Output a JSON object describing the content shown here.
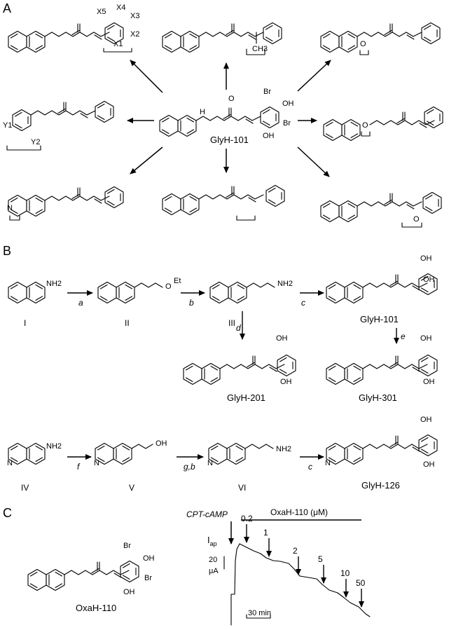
{
  "panels": {
    "a": {
      "letter": "A",
      "center_label": "GlyH-101",
      "atom_labels": [
        "N",
        "H",
        "O",
        "Br",
        "OH"
      ],
      "substituents": {
        "x1": "X1",
        "x2": "X2",
        "x3": "X3",
        "x4": "X4",
        "x5": "X5",
        "y1": "Y1",
        "y2": "Y2",
        "ch3": "CH3",
        "ring_n": "N",
        "ether_o": "O"
      }
    },
    "b": {
      "letter": "B",
      "compounds": {
        "I": "I",
        "II": "II",
        "III": "III",
        "IV": "IV",
        "V": "V",
        "VI": "VI",
        "g101": "GlyH-101",
        "g201": "GlyH-201",
        "g301": "GlyH-301",
        "g126": "GlyH-126"
      },
      "reagents": {
        "a": "a",
        "b": "b",
        "c": "c",
        "d": "d",
        "e": "e",
        "f": "f",
        "gb": "g,b"
      },
      "groups": {
        "nh2": "NH2",
        "et": "Et",
        "o": "O",
        "oh": "OH"
      }
    },
    "c": {
      "letter": "C",
      "compound": "OxaH-110",
      "stimulus": "CPT-cAMP",
      "drug_bar_label": "OxaH-110 (μM)",
      "current_label": "Iap",
      "concentrations": [
        "0.2",
        "1",
        "2",
        "5",
        "10",
        "50"
      ],
      "scale_current": "20",
      "scale_current_unit": "μA",
      "scale_time": "30 min"
    }
  }
}
